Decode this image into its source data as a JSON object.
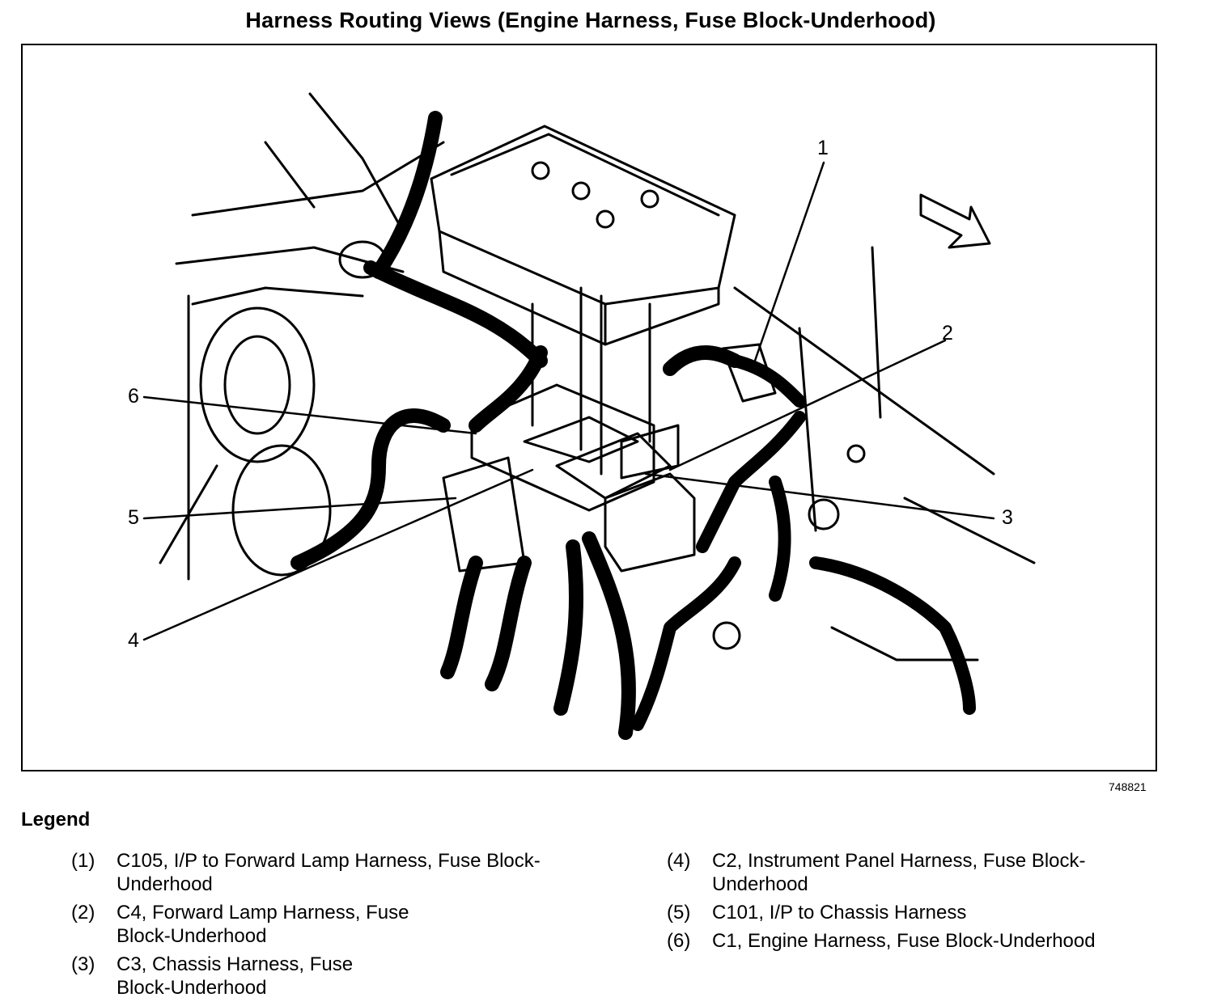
{
  "title": "Harness Routing Views (Engine Harness, Fuse Block-Underhood)",
  "figure_id": "748821",
  "callouts": [
    "1",
    "2",
    "3",
    "4",
    "5",
    "6"
  ],
  "legend": {
    "title": "Legend",
    "items": [
      {
        "num": "(1)",
        "text": "C105, I/P to Forward Lamp Harness, Fuse Block-Underhood"
      },
      {
        "num": "(2)",
        "text": "C4, Forward Lamp Harness, Fuse Block-Underhood"
      },
      {
        "num": "(3)",
        "text": "C3, Chassis Harness, Fuse Block-Underhood"
      },
      {
        "num": "(4)",
        "text": "C2, Instrument Panel Harness, Fuse Block-Underhood"
      },
      {
        "num": "(5)",
        "text": "C101, I/P to Chassis Harness"
      },
      {
        "num": "(6)",
        "text": "C1, Engine Harness, Fuse Block-Underhood"
      }
    ]
  }
}
